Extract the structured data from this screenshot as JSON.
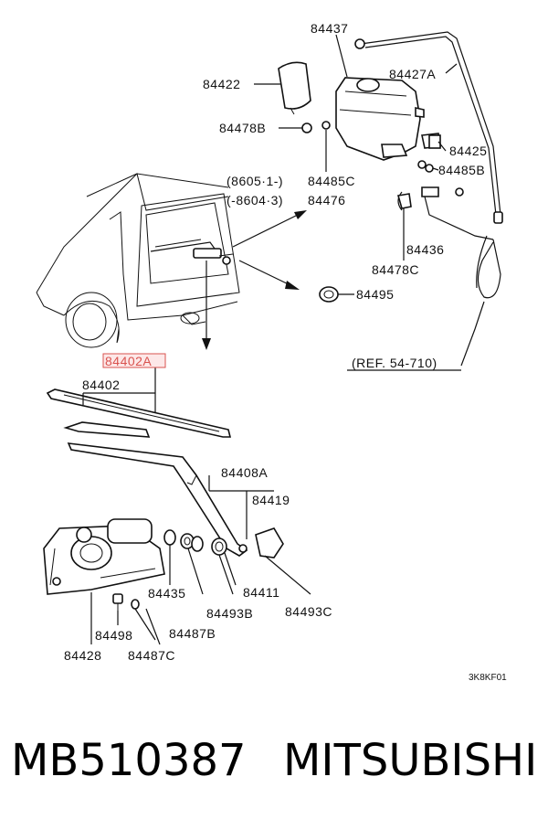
{
  "diagram": {
    "labels": {
      "l84437": "84437",
      "l84422": "84422",
      "l84427A": "84427A",
      "l84478B": "84478B",
      "l84425": "84425",
      "l84485B": "84485B",
      "l8605": "(8605·1-)",
      "l8604": "(-8604·3)",
      "l84485C": "84485C",
      "l84476": "84476",
      "l84436": "84436",
      "l84478C": "84478C",
      "l84495": "84495",
      "lref": "(REF. 54-710)",
      "l84402A": "84402A",
      "l84402": "84402",
      "l84408A": "84408A",
      "l84419": "84419",
      "l84435": "84435",
      "l84411": "84411",
      "l84493B": "84493B",
      "l84493C": "84493C",
      "l84498": "84498",
      "l84487B": "84487B",
      "l84428": "84428",
      "l84487C": "84487C",
      "drawing_code": "3K8KF01"
    },
    "highlight_color": "#d9534f"
  },
  "footer": {
    "part_number": "MB510387",
    "brand": "MITSUBISHI"
  }
}
